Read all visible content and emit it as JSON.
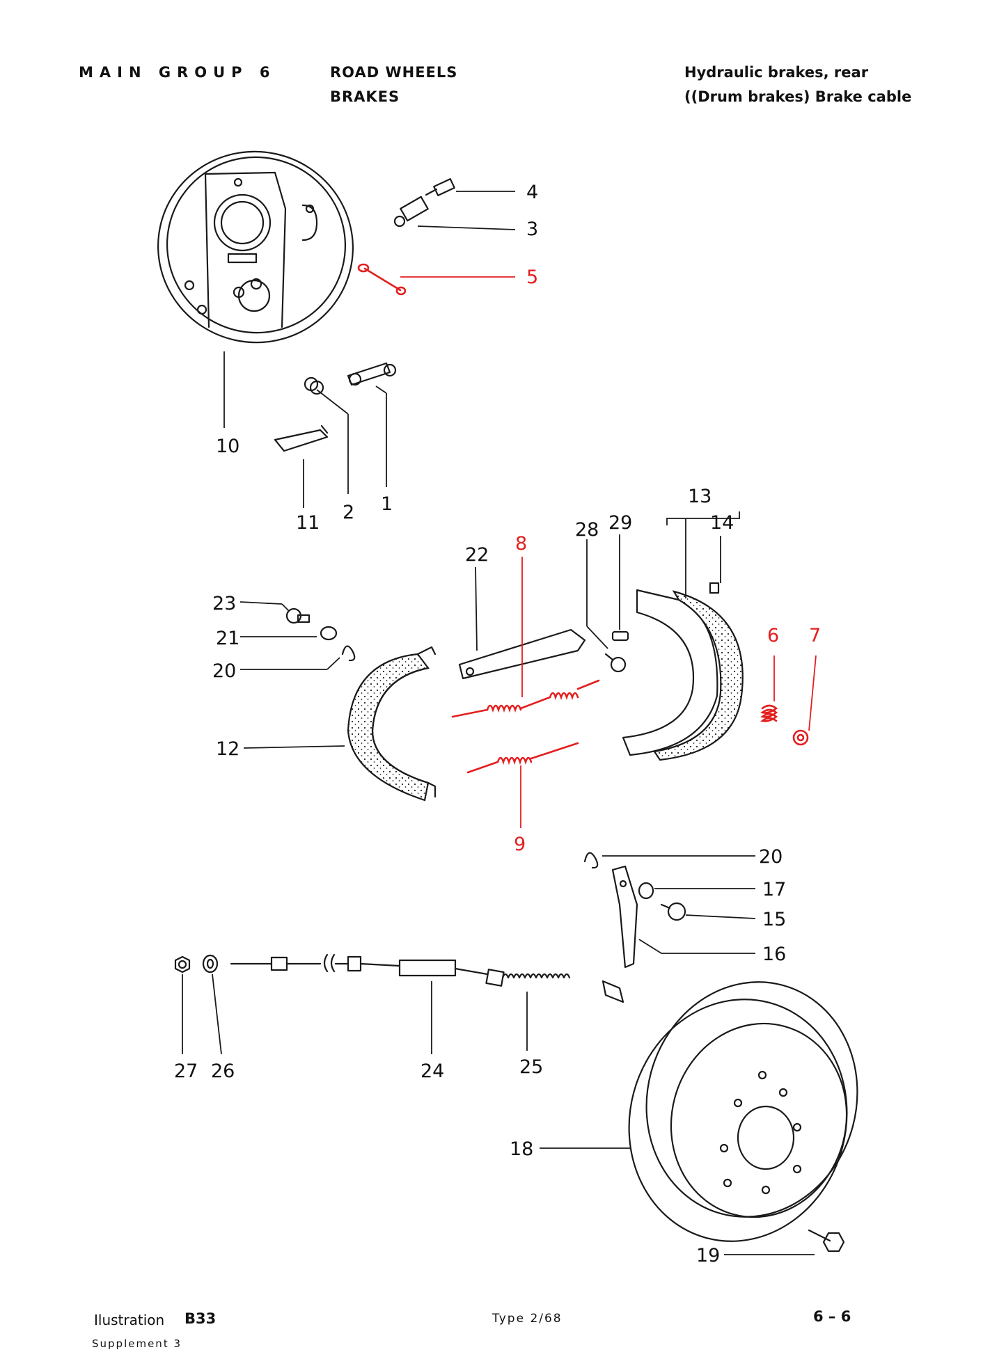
{
  "header": {
    "group": "MAIN GROUP 6",
    "section_line1": "ROAD WHEELS",
    "section_line2": "BRAKES",
    "desc_line1": "Hydraulic brakes, rear",
    "desc_line2": "((Drum brakes) Brake cable"
  },
  "footer": {
    "illustration_label": "Ilustration",
    "illustration_code": "B33",
    "type": "Type 2/68",
    "page": "6 – 6",
    "supplement": "Supplement 3"
  },
  "callouts": [
    {
      "id": "4",
      "highlighted": false
    },
    {
      "id": "3",
      "highlighted": false
    },
    {
      "id": "5",
      "highlighted": true
    },
    {
      "id": "10",
      "highlighted": false
    },
    {
      "id": "11",
      "highlighted": false
    },
    {
      "id": "2",
      "highlighted": false
    },
    {
      "id": "1",
      "highlighted": false
    },
    {
      "id": "13",
      "highlighted": false
    },
    {
      "id": "14",
      "highlighted": false
    },
    {
      "id": "28",
      "highlighted": false
    },
    {
      "id": "29",
      "highlighted": false
    },
    {
      "id": "22",
      "highlighted": false
    },
    {
      "id": "8",
      "highlighted": true
    },
    {
      "id": "23",
      "highlighted": false
    },
    {
      "id": "21",
      "highlighted": false
    },
    {
      "id": "20",
      "highlighted": false
    },
    {
      "id": "6",
      "highlighted": true
    },
    {
      "id": "7",
      "highlighted": true
    },
    {
      "id": "12",
      "highlighted": false
    },
    {
      "id": "9",
      "highlighted": true
    },
    {
      "id": "20",
      "highlighted": false
    },
    {
      "id": "17",
      "highlighted": false
    },
    {
      "id": "15",
      "highlighted": false
    },
    {
      "id": "16",
      "highlighted": false
    },
    {
      "id": "27",
      "highlighted": false
    },
    {
      "id": "26",
      "highlighted": false
    },
    {
      "id": "24",
      "highlighted": false
    },
    {
      "id": "25",
      "highlighted": false
    },
    {
      "id": "18",
      "highlighted": false
    },
    {
      "id": "19",
      "highlighted": false
    }
  ],
  "colors": {
    "highlight": "#e31e1e",
    "ink": "#1a1a1a"
  }
}
